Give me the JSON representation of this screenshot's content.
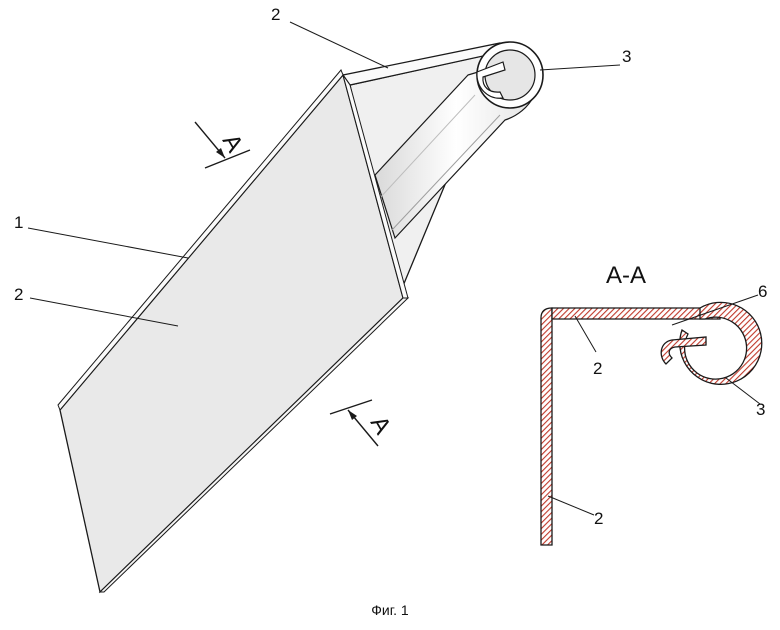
{
  "caption": "Фиг. 1",
  "section_title": "A-A",
  "section_marker": "A",
  "labels": {
    "panel_edge": "1",
    "flange_top": "2",
    "panel_face": "2",
    "roll": "3",
    "sec_flange": "2",
    "sec_web": "2",
    "sec_gap": "6",
    "sec_roll": "3"
  },
  "colors": {
    "face": "#e9e9e9",
    "inner": "#f2f2f2",
    "tube": "#f7f7f7",
    "hatch": "#c0392b",
    "stroke": "#1a1a1a"
  }
}
